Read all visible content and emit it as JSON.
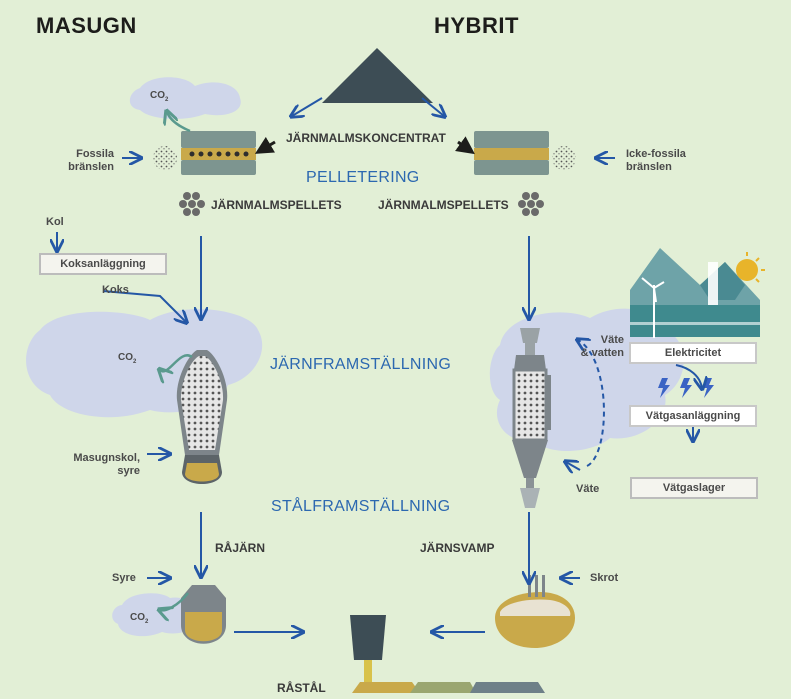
{
  "headings": {
    "left": "MASUGN",
    "right": "HYBRIT"
  },
  "stages": {
    "pelletizing": "PELLETERING",
    "ironmaking": "JÄRNFRAMSTÄLLNING",
    "steelmaking": "STÅLFRAMSTÄLLNING"
  },
  "labels": {
    "ore_concentrate": "JÄRNMALMSKONCENTRAT",
    "pellets_left": "JÄRNMALMSPELLETS",
    "pellets_right": "JÄRNMALMSPELLETS",
    "fossil_fuels_l1": "Fossila",
    "fossil_fuels_l2": "bränslen",
    "nonfossil_fuels_l1": "Icke-fossila",
    "nonfossil_fuels_l2": "bränslen",
    "coal": "Kol",
    "coke_plant": "Koksanläggning",
    "coke": "Koks",
    "co2_main": "CO",
    "co2_sub": "2",
    "blast_inputs_l1": "Masugnskol,",
    "blast_inputs_l2": "syre",
    "hot_metal": "RÅJÄRN",
    "oxygen": "Syre",
    "sponge_iron": "JÄRNSVAMP",
    "scrap": "Skrot",
    "crude_steel": "RÅSTÅL",
    "hydrogen_water_l1": "Väte",
    "hydrogen_water_l2": "& vatten",
    "hydrogen": "Väte",
    "electricity": "Elektricitet",
    "electrolyser": "Vätgasanläggning",
    "hydrogen_storage": "Vätgaslager"
  },
  "colors": {
    "background": "#e2efd6",
    "cloud": "#cfd6ea",
    "arrow": "#2457a6",
    "stage_text": "#2c68b0",
    "ore": "#3d4d55",
    "gold": "#c9a94a"
  }
}
